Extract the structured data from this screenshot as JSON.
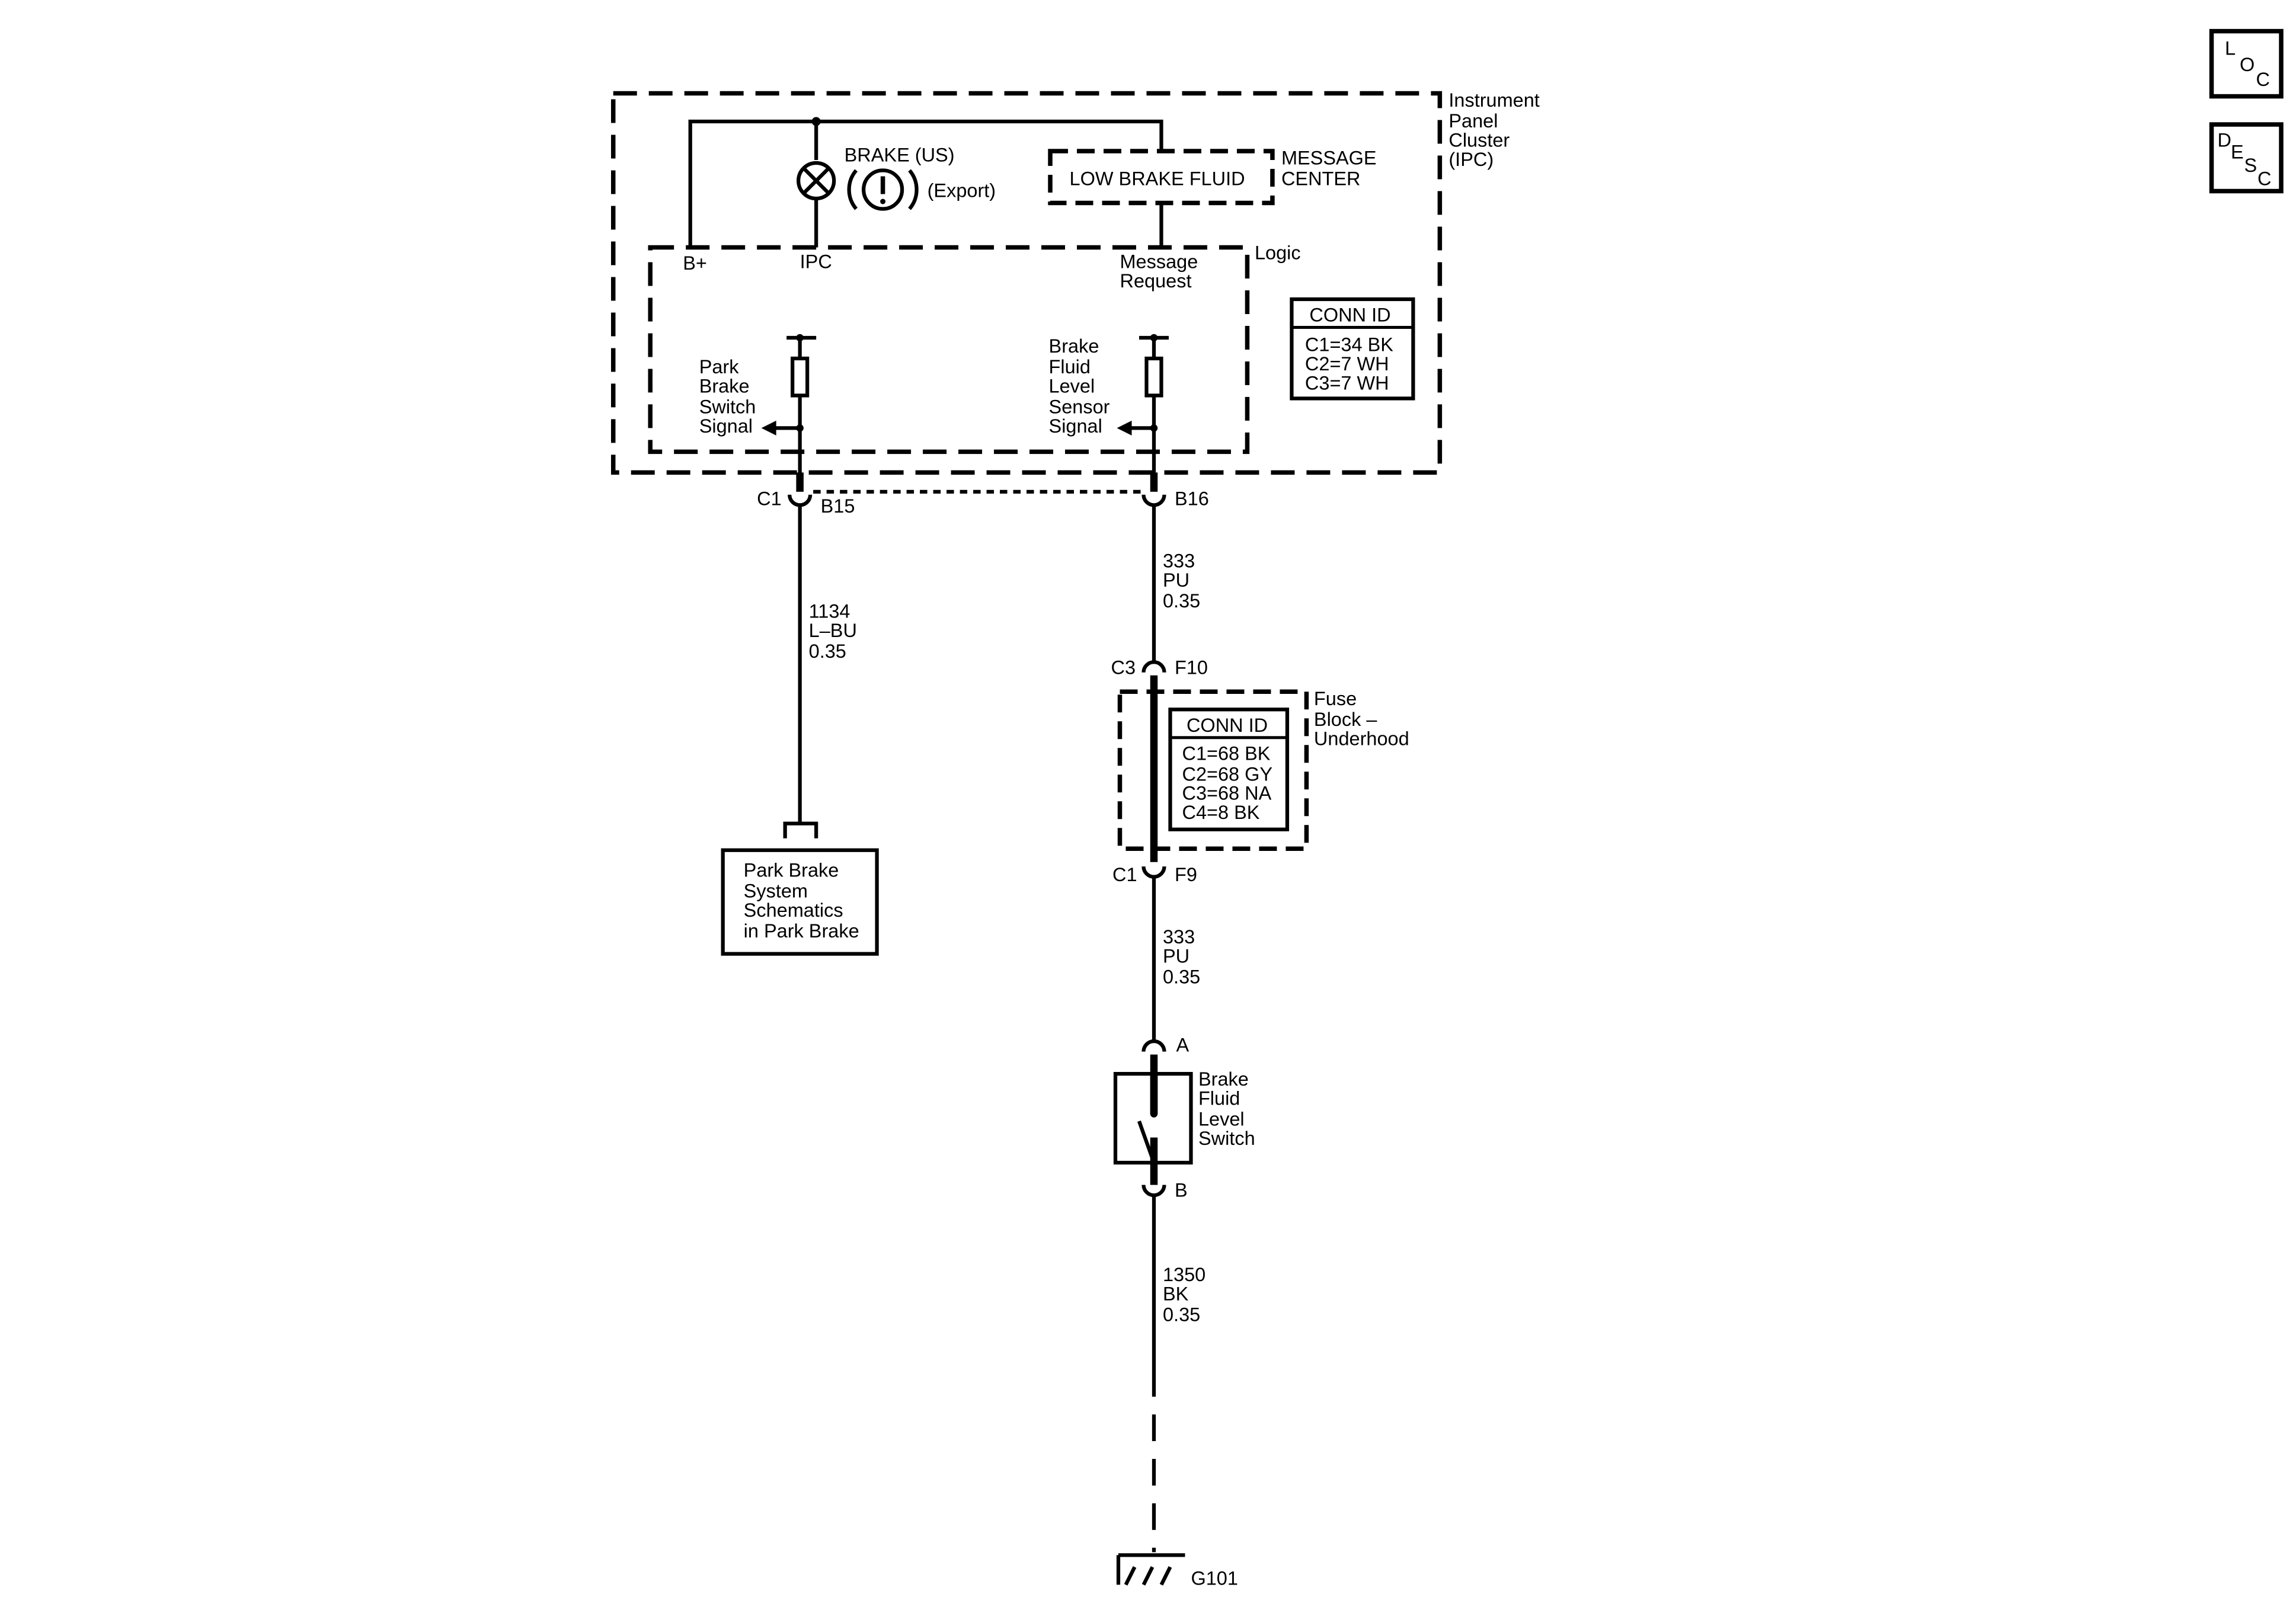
{
  "corner": {
    "loc": [
      "L",
      "O",
      "C"
    ],
    "desc": [
      "D",
      "E",
      "S",
      "C"
    ]
  },
  "ipc": {
    "title": [
      "Instrument",
      "Panel",
      "Cluster",
      "(IPC)"
    ],
    "brake_us": "BRAKE (US)",
    "export": "(Export)",
    "low_brake_fluid": "LOW BRAKE FLUID",
    "message_center": [
      "MESSAGE",
      "CENTER"
    ],
    "logic": "Logic",
    "b_plus": "B+",
    "ipc_label": "IPC",
    "message_request": [
      "Message",
      "Request"
    ],
    "park_brake_signal": [
      "Park",
      "Brake",
      "Switch",
      "Signal"
    ],
    "brake_fluid_signal": [
      "Brake",
      "Fluid",
      "Level",
      "Sensor",
      "Signal"
    ],
    "conn_id": {
      "header": "CONN ID",
      "rows": [
        "C1=34 BK",
        "C2=7 WH",
        "C3=7 WH"
      ]
    }
  },
  "connectors": {
    "c1_left": "C1",
    "b15": "B15",
    "b16": "B16",
    "c3": "C3",
    "f10": "F10",
    "c1_fuse": "C1",
    "f9": "F9",
    "a": "A",
    "b": "B"
  },
  "wires": {
    "w1134": [
      "1134",
      "L–BU",
      "0.35"
    ],
    "w333_top": [
      "333",
      "PU",
      "0.35"
    ],
    "w333_bottom": [
      "333",
      "PU",
      "0.35"
    ],
    "w1350": [
      "1350",
      "BK",
      "0.35"
    ]
  },
  "fuse_block": {
    "title": [
      "Fuse",
      "Block –",
      "Underhood"
    ],
    "conn_id": {
      "header": "CONN ID",
      "rows": [
        "C1=68 BK",
        "C2=68 GY",
        "C3=68 NA",
        "C4=8 BK"
      ]
    }
  },
  "park_brake_box": [
    "Park Brake",
    "System",
    "Schematics",
    "in Park Brake"
  ],
  "switch": [
    "Brake",
    "Fluid",
    "Level",
    "Switch"
  ],
  "ground": "G101"
}
